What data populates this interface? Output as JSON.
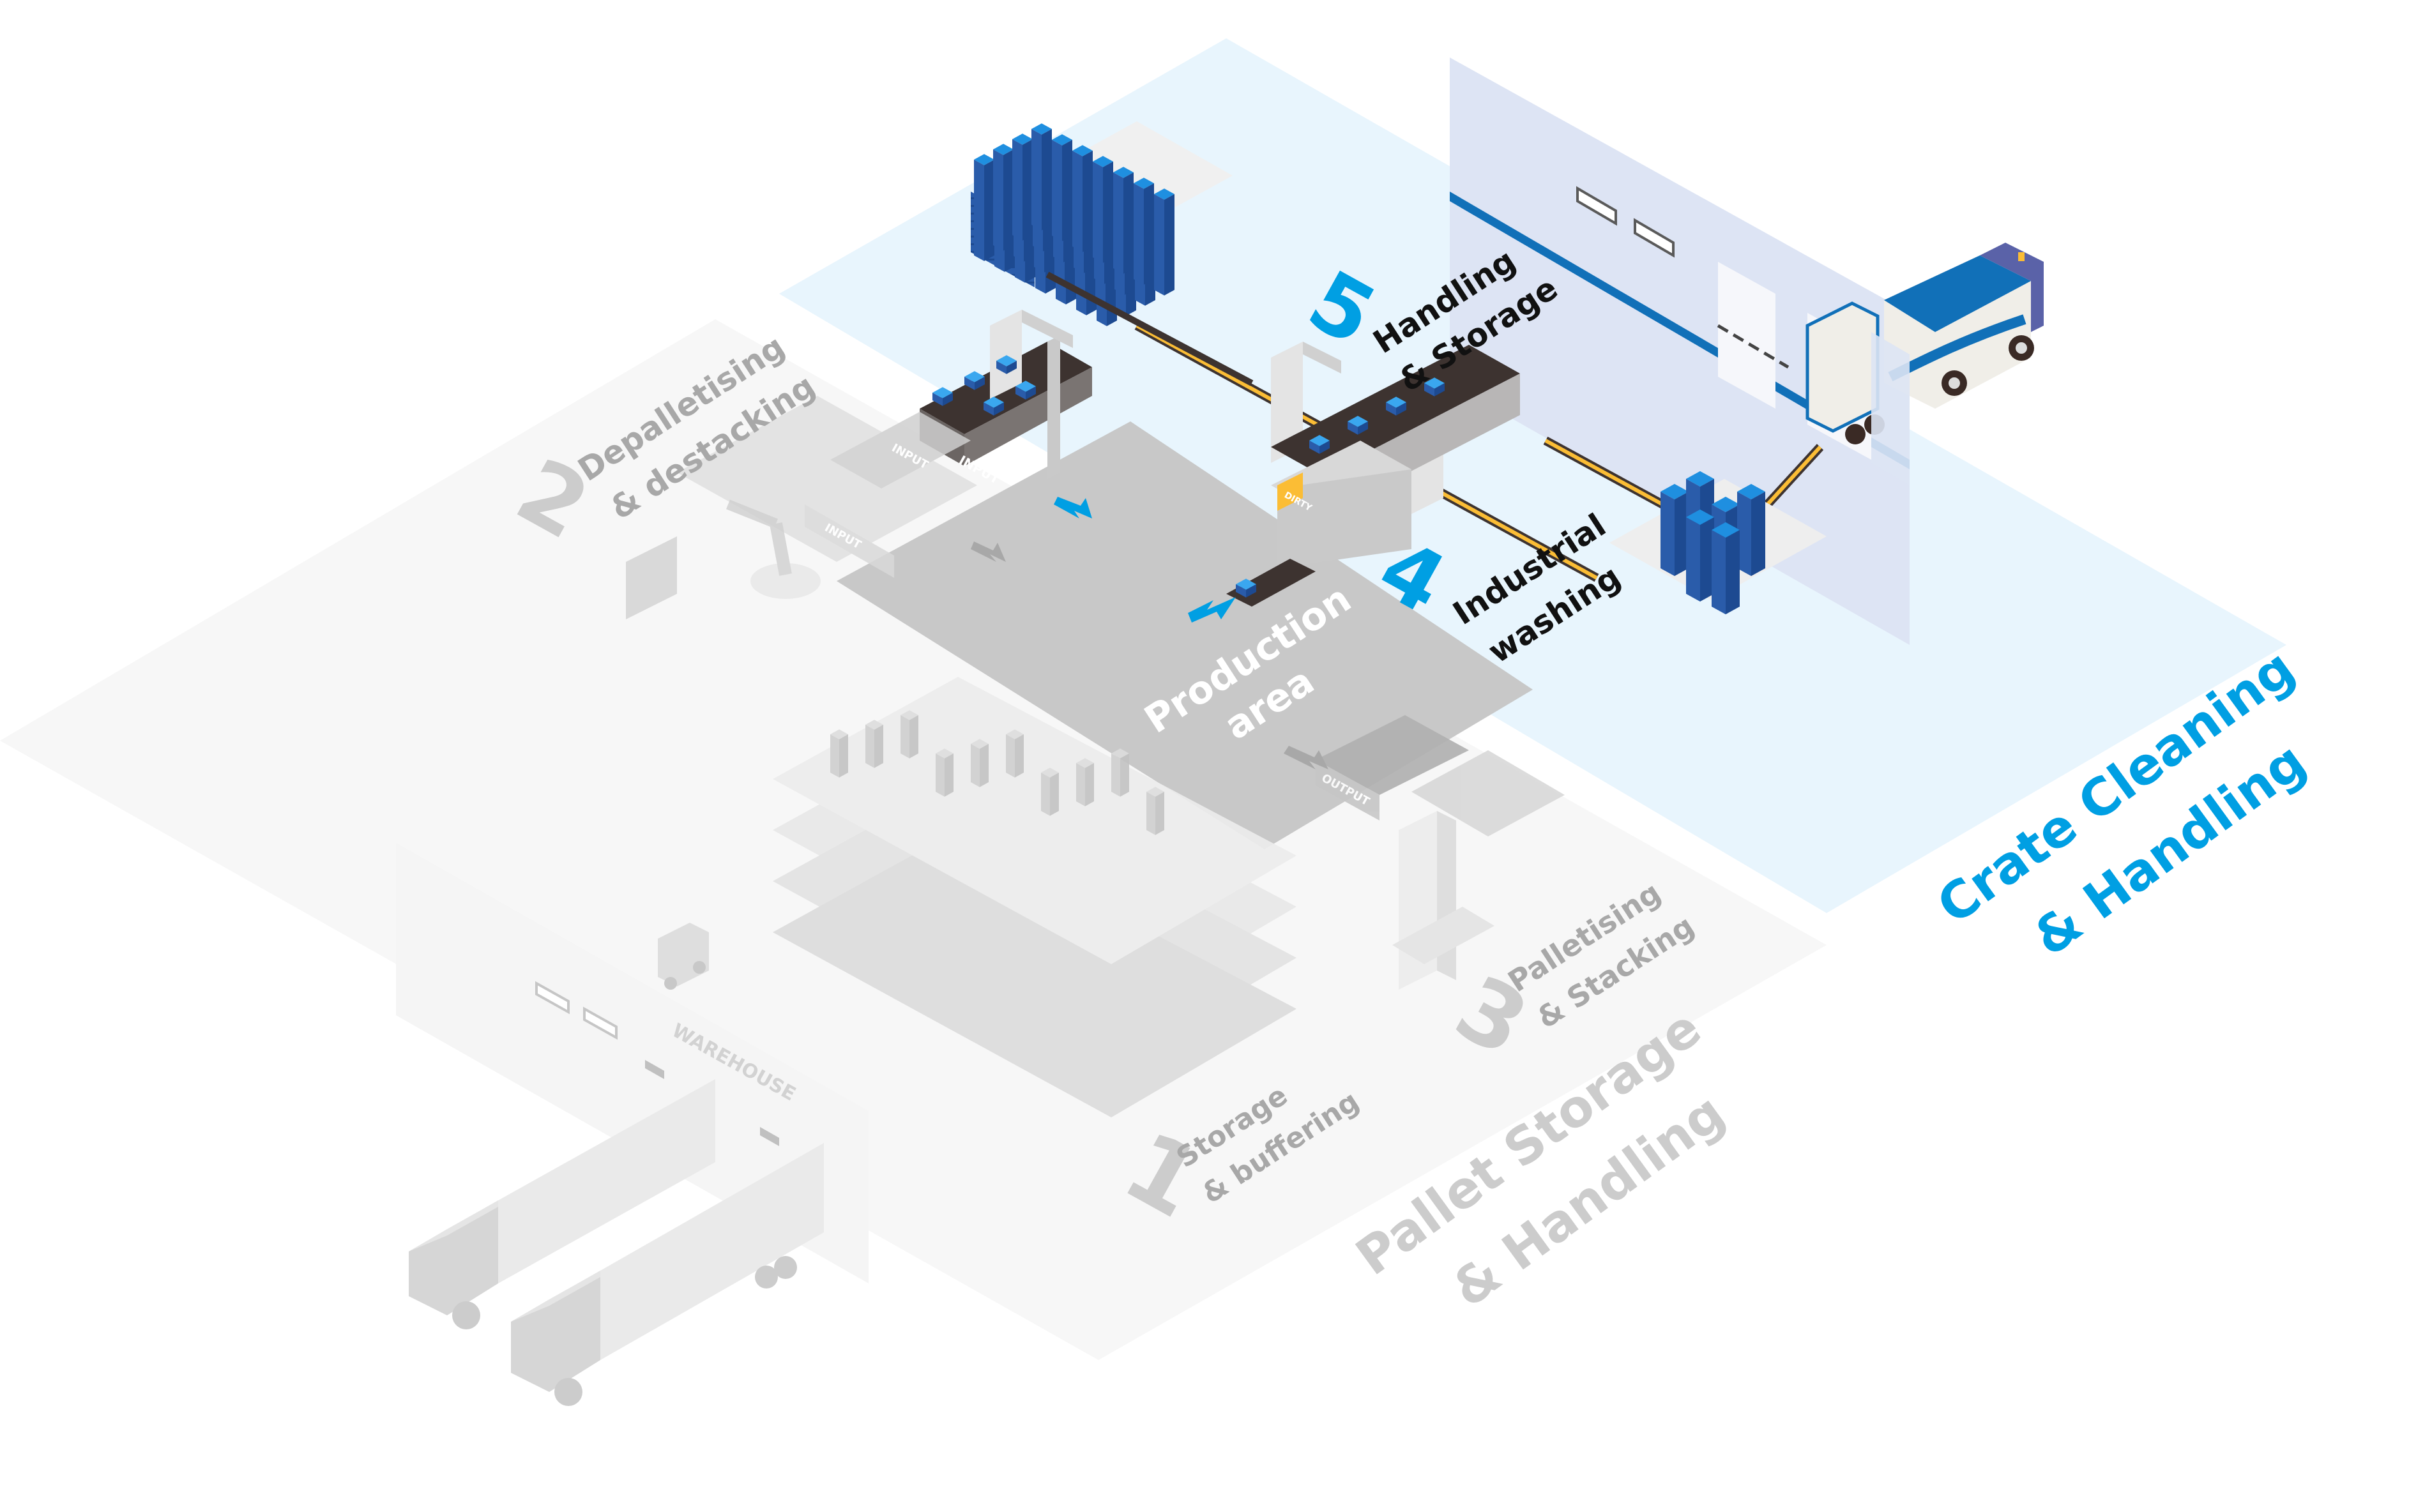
{
  "colors": {
    "accent_blue": "#009fe3",
    "crate_blue": "#2a5caa",
    "crate_light": "#1f8fe0",
    "crate_zone_bg": "#e8f5fd",
    "pallet_zone_bg": "#f7f7f7",
    "production_area": "#c8c8c8",
    "wall_lavender": "#dde4f4",
    "truck_blue": "#1170b8",
    "conveyor_dark": "#3d3330",
    "yellow": "#fbbd35",
    "muted_text": "#a8a8a8",
    "faint_text": "#cccccc"
  },
  "zones": {
    "crate_cleaning": {
      "title_line1": "Crate Cleaning",
      "title_line2": "& Handling"
    },
    "pallet_storage": {
      "title_line1": "Pallet Storage",
      "title_line2": "& Handling"
    },
    "production": {
      "line1": "Production",
      "line2": "area"
    }
  },
  "steps": [
    {
      "number": "1",
      "line1": "Storage",
      "line2": "& buffering"
    },
    {
      "number": "2",
      "line1": "Depalletising",
      "line2": "& destacking"
    },
    {
      "number": "3",
      "line1": "Palletising",
      "line2": "& Stacking"
    },
    {
      "number": "4",
      "line1": "Industrial",
      "line2": "washing"
    },
    {
      "number": "5",
      "line1": "Handling",
      "line2": "& Storage"
    }
  ],
  "conveyor_labels": {
    "input_active": "INPUT",
    "input_faded_1": "INPUT",
    "input_faded_2": "INPUT",
    "output": "OUTPUT",
    "dirty": "DIRTY"
  },
  "building": {
    "warehouse_sign": "WAREHOUSE"
  },
  "icons": {
    "truck": "delivery-truck-icon",
    "forklift": "forklift-icon",
    "robot": "robotic-arm-icon",
    "crate": "crate-icon",
    "arrow": "flow-arrow-icon"
  }
}
